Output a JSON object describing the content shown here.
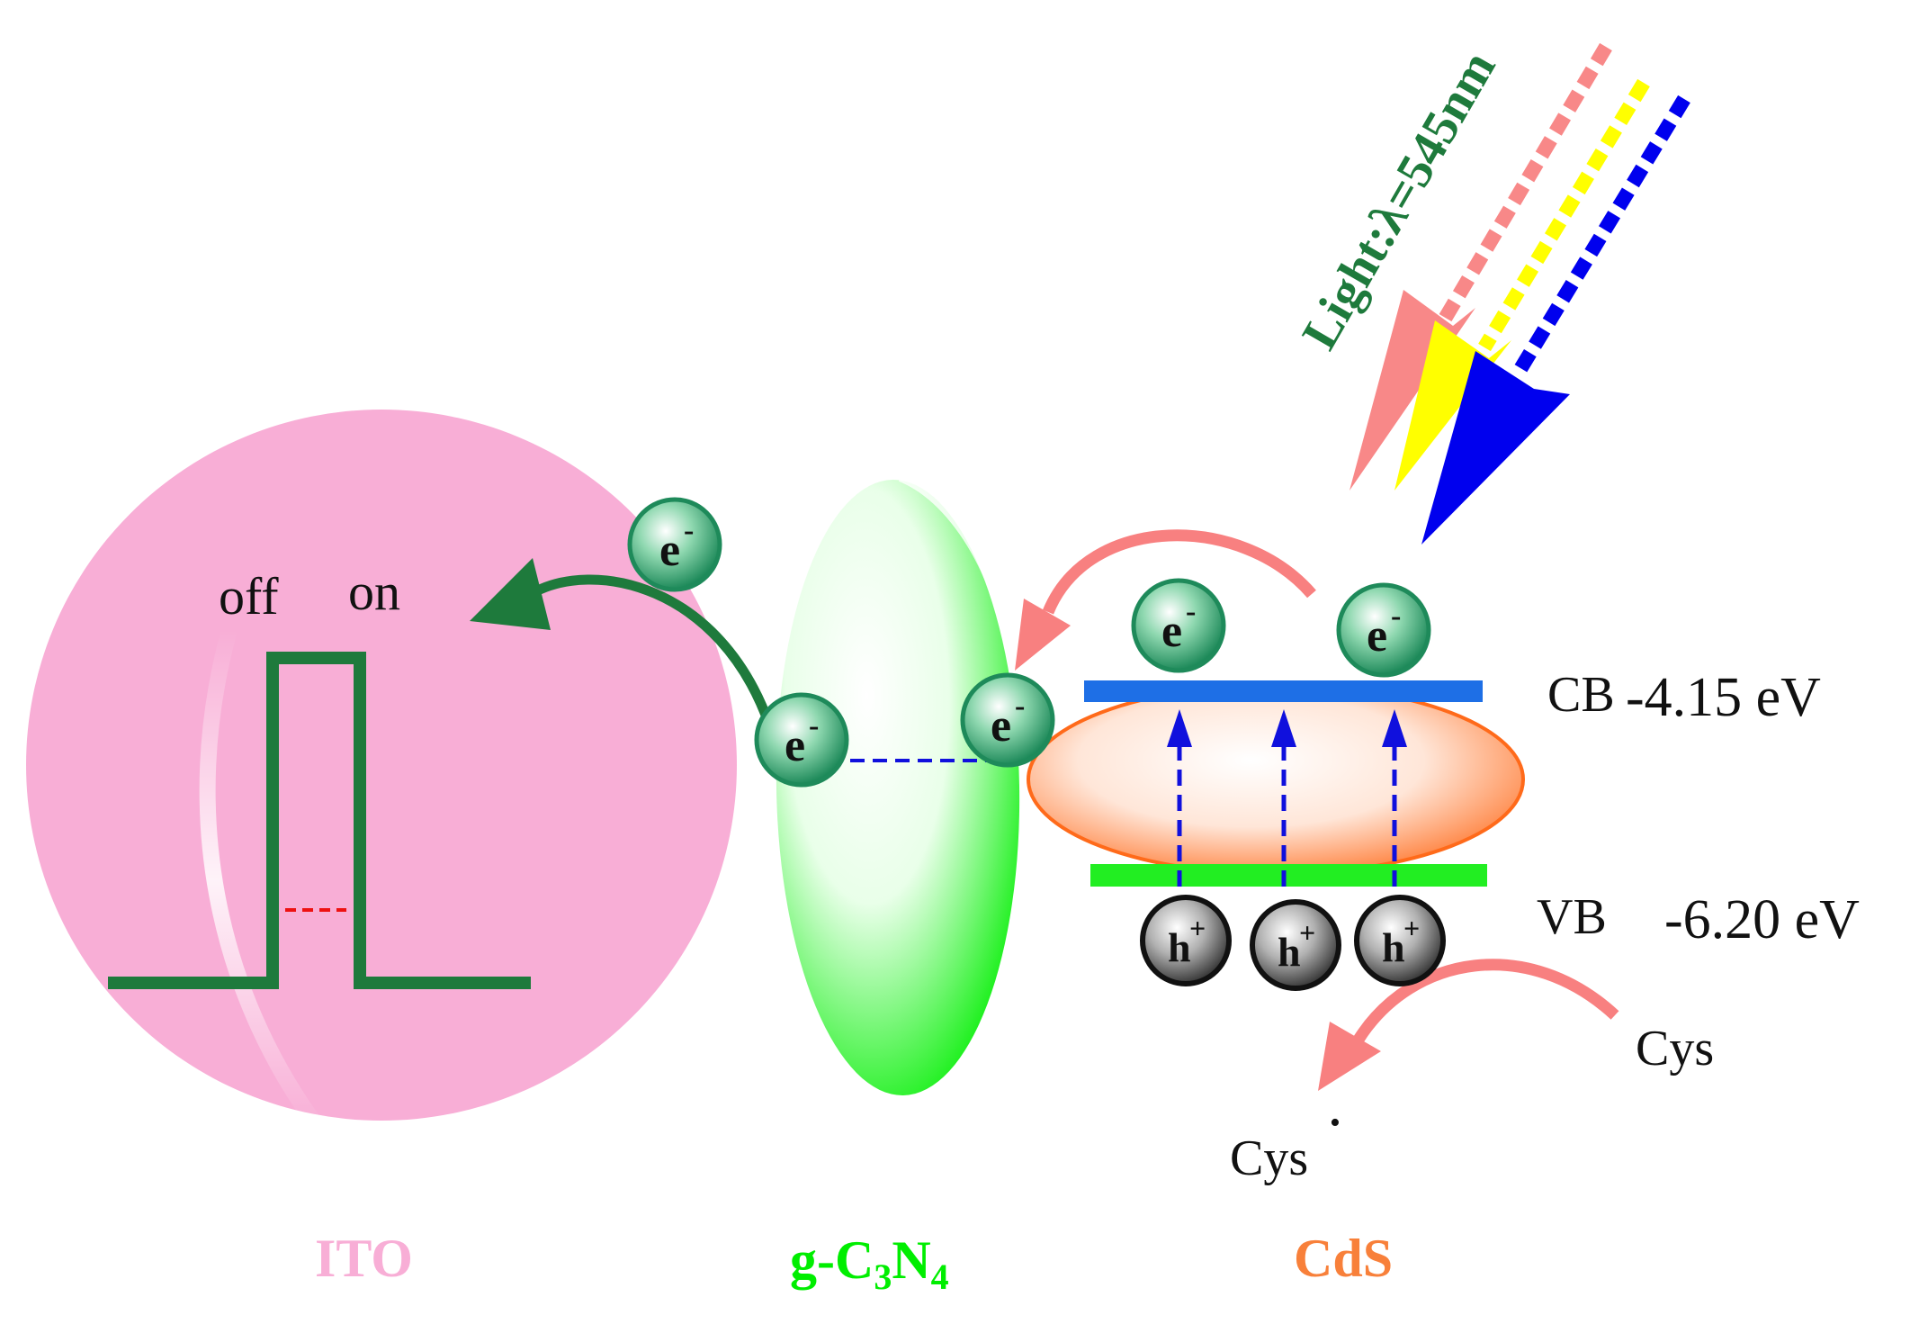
{
  "labels": {
    "ito": "ITO",
    "gcn_prefix": "g-C",
    "gcn_sub1": "3",
    "gcn_mid": "N",
    "gcn_sub2": "4",
    "cds": "CdS",
    "off": "off",
    "on": "on",
    "light": "Light:λ=545nm",
    "cb": "CB",
    "vb": "VB",
    "cb_energy": "-4.15 eV",
    "vb_energy": "-6.20 eV",
    "cys": "Cys",
    "cys_radical": "Cys",
    "cys_radical_dot": "•",
    "electron_base": "e",
    "electron_sup": "-",
    "hole_base": "h",
    "hole_sup": "+"
  },
  "colors": {
    "ito_pink": "#F8AED6",
    "ito_label": "#F8AED6",
    "gcn_green": "#00EE00",
    "cds_orange": "#FF6A1A",
    "cds_label": "#F8803A",
    "signal_green": "#1E7A3C",
    "electron_teal": "#1E8A5A",
    "cb_blue": "#1E6FE6",
    "vb_green": "#22EE22",
    "arrow_salmon": "#F88080",
    "light_pink": "#F88888",
    "light_yellow": "#FFFF00",
    "light_blue": "#0000EE",
    "transfer_blue": "#1010DD",
    "light_text_green": "#1E7A3C"
  }
}
